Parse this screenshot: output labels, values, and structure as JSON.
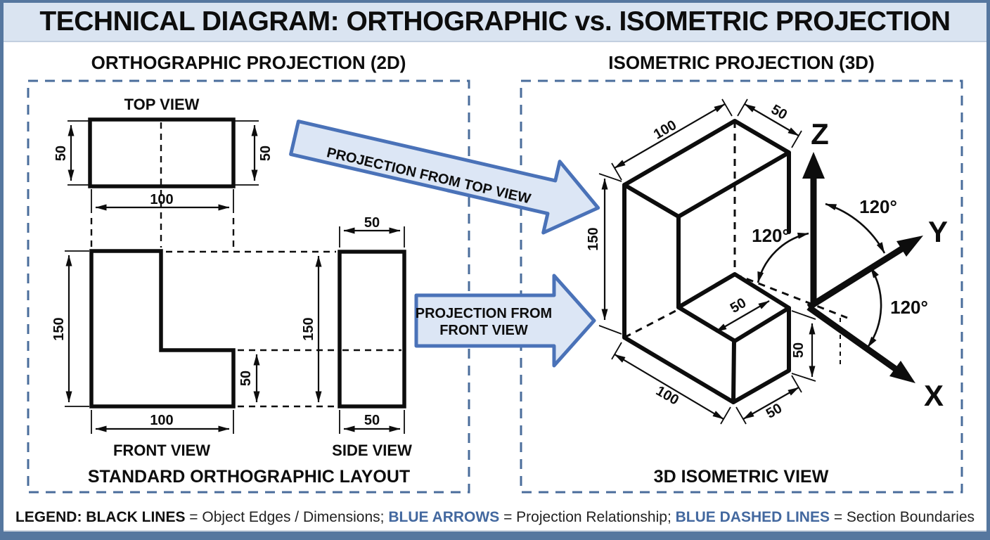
{
  "title": "TECHNICAL DIAGRAM: ORTHOGRAPHIC vs. ISOMETRIC PROJECTION",
  "left_panel": {
    "heading": "ORTHOGRAPHIC PROJECTION (2D)",
    "caption": "STANDARD ORTHOGRAPHIC LAYOUT",
    "top_view": {
      "label": "TOP VIEW",
      "dim_left": "50",
      "dim_right": "50",
      "dim_width": "100"
    },
    "front_view": {
      "label": "FRONT VIEW",
      "dim_height": "150",
      "dim_width": "100",
      "dim_notch": "50"
    },
    "side_view": {
      "label": "SIDE VIEW",
      "dim_top": "50",
      "dim_height": "150",
      "dim_bottom": "50"
    }
  },
  "projection_arrows": {
    "top_label": "PROJECTION FROM TOP VIEW",
    "front_label_line1": "PROJECTION FROM",
    "front_label_line2": "FRONT VIEW"
  },
  "right_panel": {
    "heading": "ISOMETRIC PROJECTION (3D)",
    "caption": "3D ISOMETRIC VIEW",
    "dims": {
      "top_width": "100",
      "top_depth": "50",
      "height": "150",
      "bottom_width": "100",
      "step_depth": "50",
      "step_height": "50",
      "step_width": "50"
    },
    "axes": {
      "x_label": "X",
      "y_label": "Y",
      "z_label": "Z"
    },
    "angles": {
      "z_y": "120°",
      "y_x": "120°",
      "z_left": "120°"
    }
  },
  "legend": {
    "prefix": "LEGEND: BLACK LINES",
    "black_desc": " = Object Edges / Dimensions; ",
    "blue_arrows": "BLUE ARROWS",
    "arrows_desc": " = Projection Relationship; ",
    "blue_dashed": "BLUE DASHED LINES",
    "dashed_desc": " = Section Boundaries"
  },
  "colors": {
    "accent_blue": "#4a72b8",
    "arrow_fill": "#dce6f5",
    "panel_dash_blue": "#4a6d9b",
    "frame_slate": "#56779f",
    "titlebar_bg": "#dae4f1",
    "legend_blue": "#43689f",
    "line_black": "#0d0d0d"
  }
}
